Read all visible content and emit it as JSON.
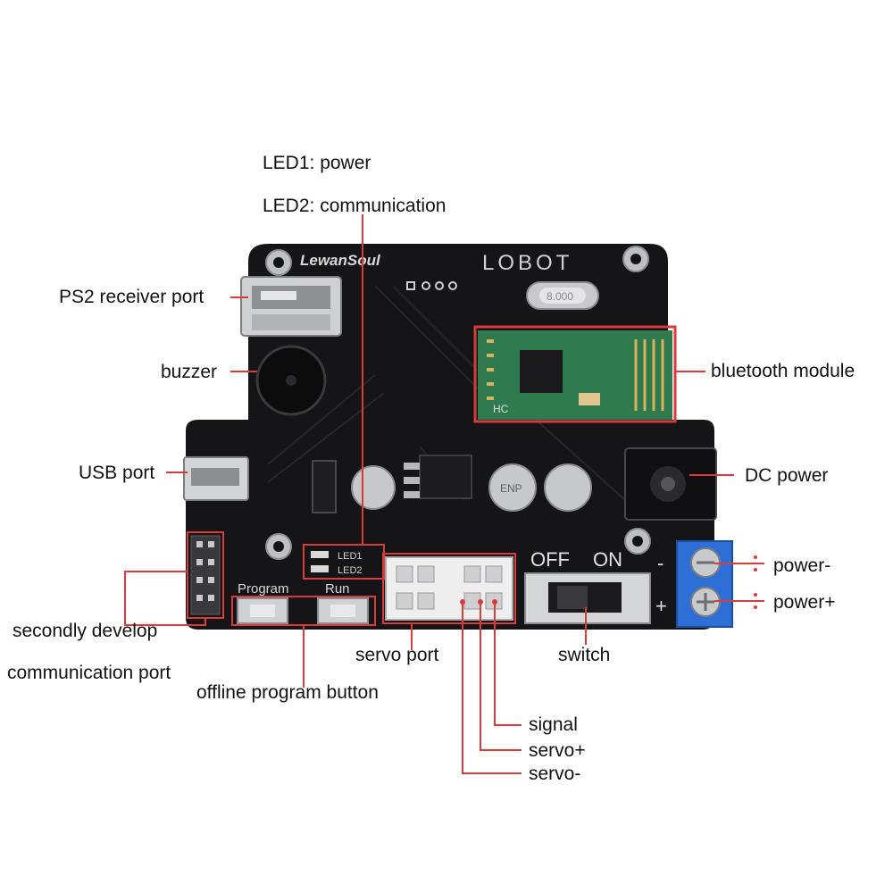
{
  "board": {
    "brand_left": "LewanSoul",
    "brand_right": "LOBOT",
    "crystal_marking": "8.000",
    "bt_marking": "HC",
    "cap_marking": "ENP",
    "silk_led1": "LED1",
    "silk_led2": "LED2",
    "silk_program": "Program",
    "silk_run": "Run",
    "silk_off": "OFF",
    "silk_on": "ON",
    "silk_minus": "-",
    "silk_plus": "+"
  },
  "labels": {
    "led1": "LED1: power",
    "led2": "LED2: communication",
    "ps2": "PS2 receiver port",
    "buzzer": "buzzer",
    "usb": "USB port",
    "bluetooth": "bluetooth module",
    "dc_power": "DC power",
    "power_minus": "power-",
    "power_plus": "power+",
    "secondly_develop": "secondly develop",
    "communication_port": "communication port",
    "offline_button": "offline program button",
    "servo_port": "servo port",
    "switch": "switch",
    "signal": "signal",
    "servo_plus": "servo+",
    "servo_minus": "servo-"
  },
  "colors": {
    "callout": "#d93a3a",
    "board": "#151517",
    "bt_module": "#2f7a4e",
    "terminal": "#2d6fd6"
  }
}
